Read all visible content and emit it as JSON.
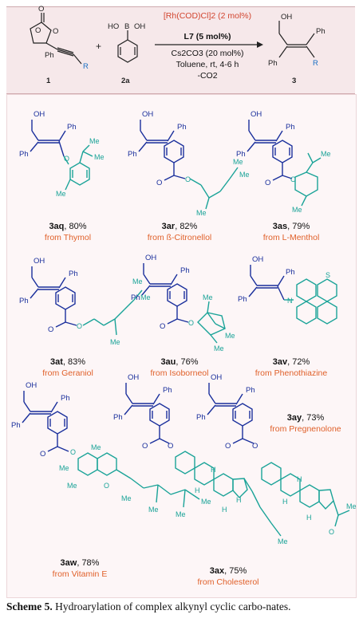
{
  "scheme": {
    "reagents": {
      "compound_1": "1",
      "compound_2a": "2a",
      "compound_3": "3",
      "plus": "+",
      "boronic_oh": "HO",
      "boronic_b": "B",
      "boronic_oh2": "OH",
      "sm_ph": "Ph",
      "sm_r": "R",
      "prod_oh": "OH",
      "prod_ph1": "Ph",
      "prod_ph2": "Ph",
      "prod_r": "R"
    },
    "conditions": {
      "catalyst": "[Rh(COD)Cl]2 (2 mol%)",
      "ligand": "L7 (5 mol%)",
      "base": "Cs2CO3 (20 mol%)",
      "solvent": "Toluene, rt, 4-6 h",
      "byproduct": "-CO2"
    }
  },
  "products": [
    {
      "id": "3aq",
      "yield": "80%",
      "source": "from Thymol"
    },
    {
      "id": "3ar",
      "yield": "82%",
      "source": "from ß-Citronellol"
    },
    {
      "id": "3as",
      "yield": "79%",
      "source": "from L-Menthol"
    },
    {
      "id": "3at",
      "yield": "83%",
      "source": "from Geraniol"
    },
    {
      "id": "3au",
      "yield": "76%",
      "source": "from Isoborneol"
    },
    {
      "id": "3av",
      "yield": "72%",
      "source": "from Phenothiazine"
    },
    {
      "id": "3aw",
      "yield": "78%",
      "source": "from Vitamin E"
    },
    {
      "id": "3ax",
      "yield": "75%",
      "source": "from Cholesterol"
    },
    {
      "id": "3ay",
      "yield": "73%",
      "source": "from Pregnenolone"
    }
  ],
  "atoms": {
    "oh": "OH",
    "ph": "Ph",
    "me": "Me",
    "o": "O",
    "n": "N",
    "s": "S",
    "h": "H"
  },
  "caption": {
    "label": "Scheme 5.",
    "text": "Hydroarylation of complex alkynyl cyclic carbo-nates."
  }
}
